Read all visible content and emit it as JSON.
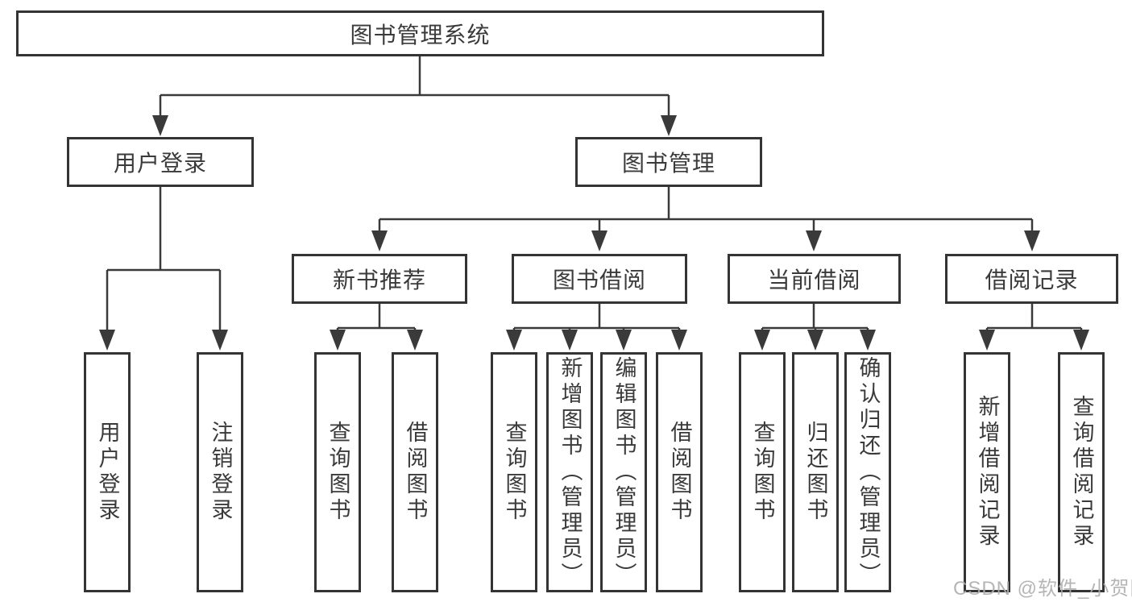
{
  "diagram": {
    "title": "图书管理系统",
    "watermark": "CSDN @软件_小贺同学",
    "colors": {
      "line": "#3a3a3a",
      "box_border": "#343434",
      "text": "#3a3a3a",
      "background": "#ffffff",
      "watermark": "#aeaeae"
    },
    "nodes": {
      "root": {
        "label": "图书管理系统"
      },
      "user_login": {
        "label": "用户登录"
      },
      "book_mgmt": {
        "label": "图书管理"
      },
      "new_book_rec": {
        "label": "新书推荐"
      },
      "book_borrow": {
        "label": "图书借阅"
      },
      "current_borrow": {
        "label": "当前借阅"
      },
      "borrow_records": {
        "label": "借阅记录"
      },
      "login": {
        "label": "用户登录"
      },
      "logout": {
        "label": "注销登录"
      },
      "rec_query_books": {
        "label": "查询图书"
      },
      "rec_borrow_books": {
        "label": "借阅图书"
      },
      "bb_query_books": {
        "label": "查询图书"
      },
      "bb_add_books": {
        "label": "新增图书（管理员）"
      },
      "bb_edit_books": {
        "label": "编辑图书（管理员）"
      },
      "bb_borrow_books": {
        "label": "借阅图书"
      },
      "cb_query_books": {
        "label": "查询图书"
      },
      "cb_return_books": {
        "label": "归还图书"
      },
      "cb_confirm_return": {
        "label": "确认归还（管理员）"
      },
      "br_add_record": {
        "label": "新增借阅记录"
      },
      "br_query_record": {
        "label": "查询借阅记录"
      }
    },
    "edges": [
      {
        "parent": "图书管理系统",
        "children": [
          "用户登录",
          "图书管理"
        ]
      },
      {
        "parent": "用户登录",
        "children": [
          "用户登录",
          "注销登录"
        ]
      },
      {
        "parent": "图书管理",
        "children": [
          "新书推荐",
          "图书借阅",
          "当前借阅",
          "借阅记录"
        ]
      },
      {
        "parent": "新书推荐",
        "children": [
          "查询图书",
          "借阅图书"
        ]
      },
      {
        "parent": "图书借阅",
        "children": [
          "查询图书",
          "新增图书（管理员）",
          "编辑图书（管理员）",
          "借阅图书"
        ]
      },
      {
        "parent": "当前借阅",
        "children": [
          "查询图书",
          "归还图书",
          "确认归还（管理员）"
        ]
      },
      {
        "parent": "借阅记录",
        "children": [
          "新增借阅记录",
          "查询借阅记录"
        ]
      }
    ]
  }
}
